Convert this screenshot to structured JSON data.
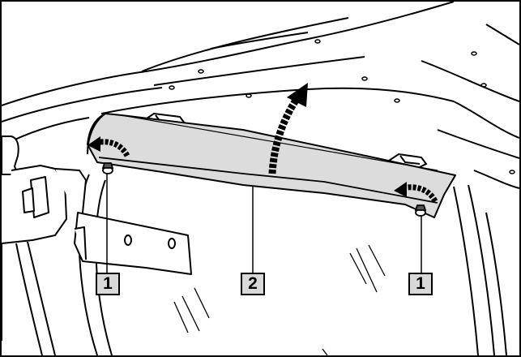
{
  "figure": {
    "callouts": [
      {
        "label": "1"
      },
      {
        "label": "2"
      },
      {
        "label": "1"
      }
    ],
    "colors": {
      "line": "#000000",
      "panel_fill": "#dcdcdc",
      "callout_fill": "#d9d9d9",
      "background": "#ffffff"
    },
    "icons": [
      "rotate-arrow-icon",
      "lift-arrow-icon"
    ]
  }
}
